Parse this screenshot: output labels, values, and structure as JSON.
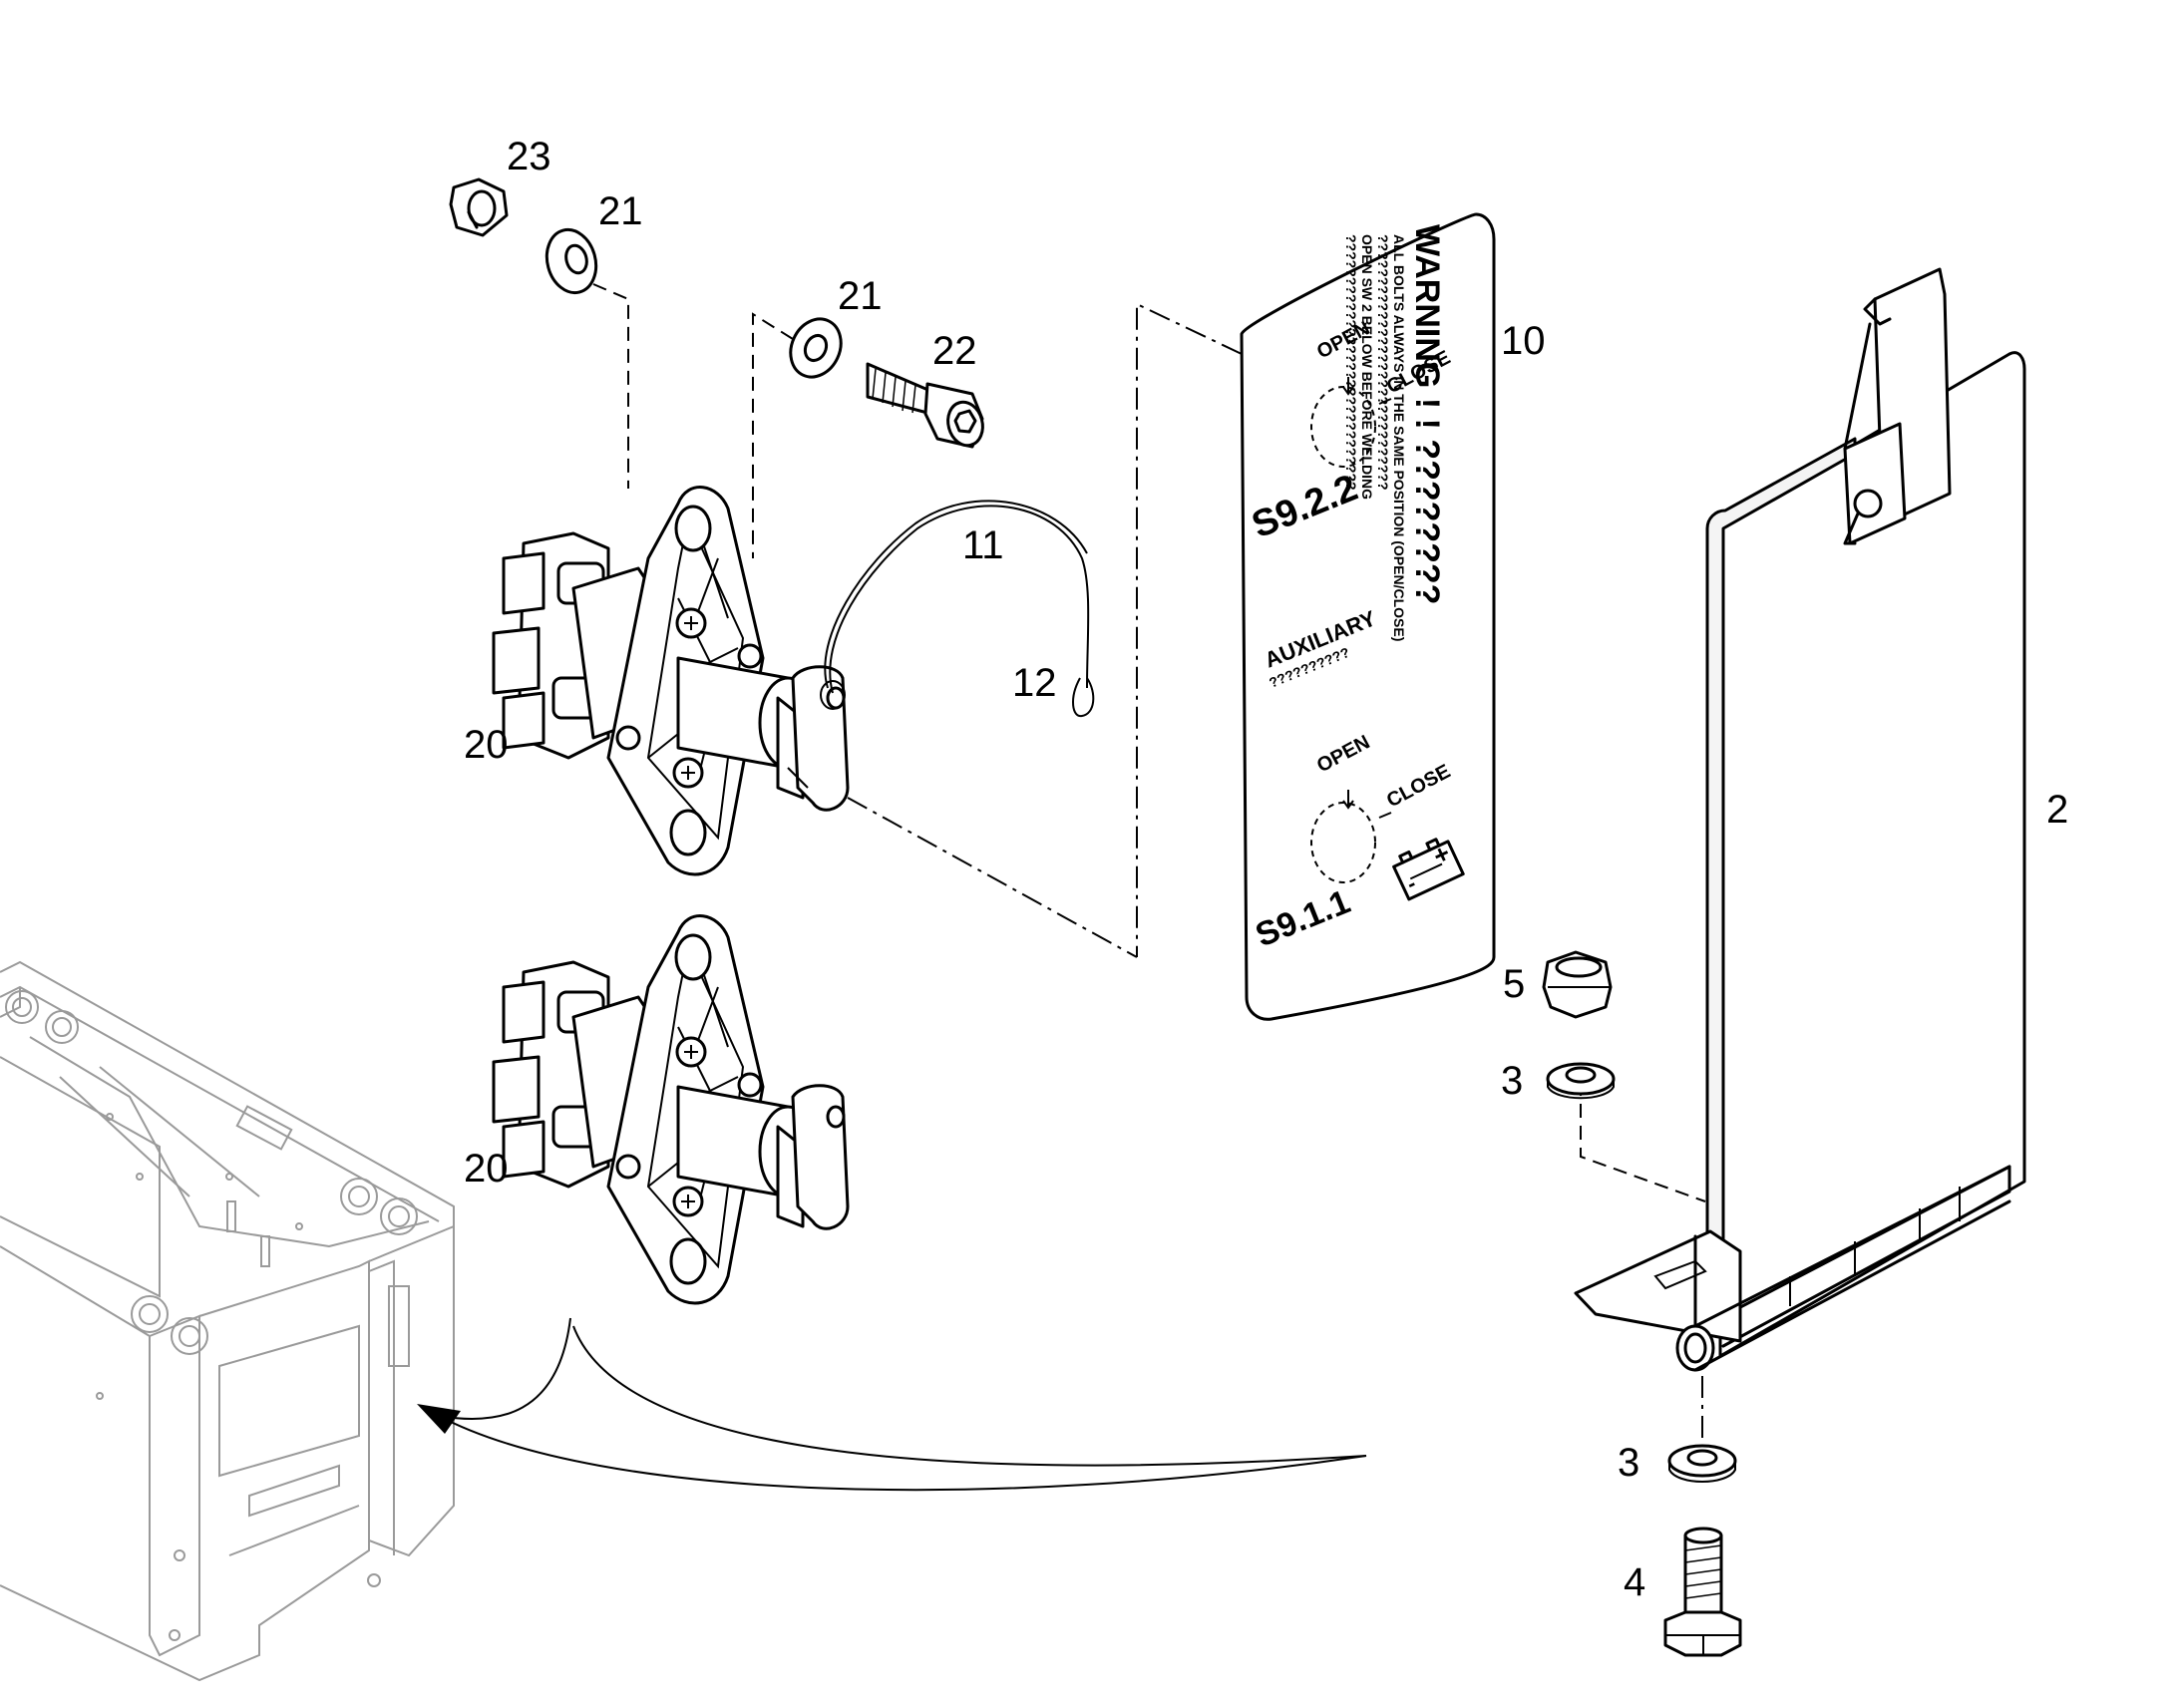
{
  "callouts": {
    "c23": "23",
    "c21a": "21",
    "c21b": "21",
    "c22": "22",
    "c10": "10",
    "c11": "11",
    "c12": "12",
    "c20a": "20",
    "c20b": "20",
    "c2": "2",
    "c5": "5",
    "c3a": "3",
    "c3b": "3",
    "c4": "4"
  },
  "decal": {
    "warning": "WARNING ! ! ????????",
    "line1": "ALL BOLTS ALWAYS IN THE SAME POSITION (OPEN/CLOSE)",
    "line2": "??????????????????????????????",
    "line3": "OPEN SW 2 BELOW BEFORE WELDING",
    "line4": "??????????????????????????????",
    "open_top": "OPEN",
    "close_top": "CLOSE",
    "switch_top": "S9.2.2",
    "auxiliary": "AUXILIARY",
    "auxiliary_sub": "??????????",
    "open_bottom": "OPEN",
    "close_bottom": "CLOSE",
    "switch_bottom": "S9.1.1",
    "battery_minus": "-",
    "battery_plus": "+"
  }
}
